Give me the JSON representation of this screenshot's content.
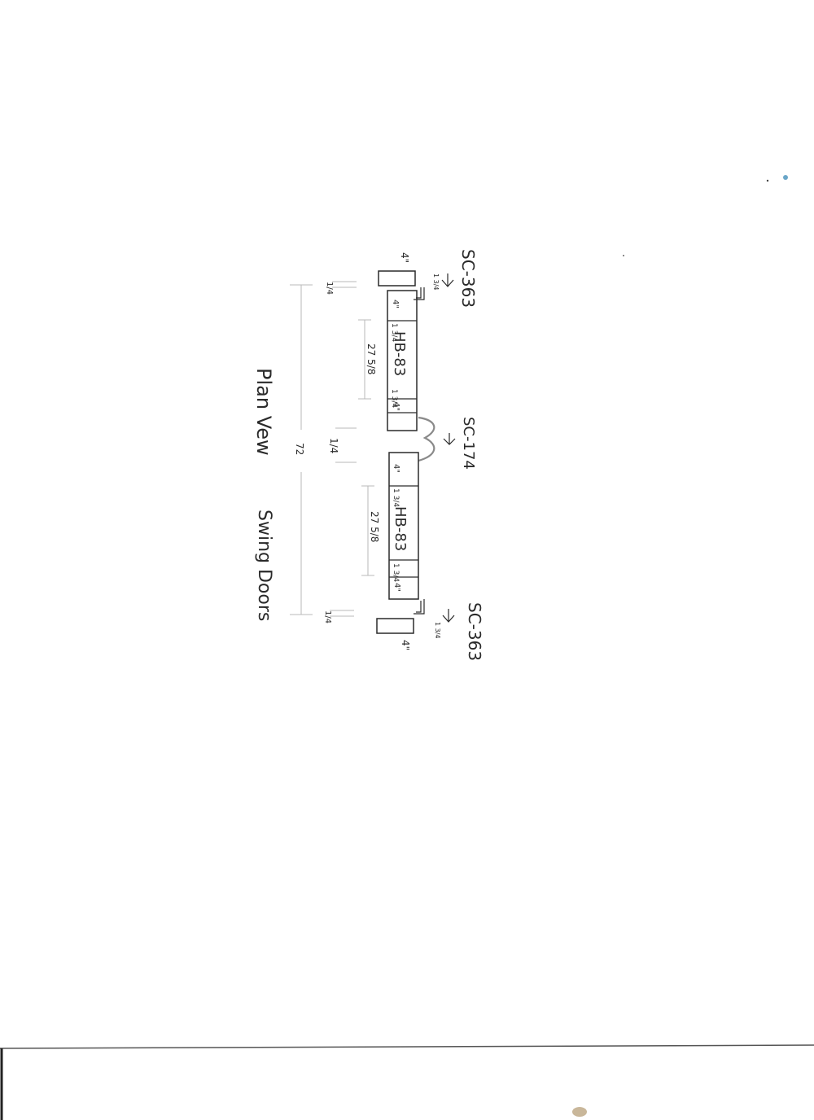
{
  "drawing": {
    "caption_part1": "Plan Vew",
    "caption_part2": "Swing Doors",
    "overall_width": "72",
    "center_gap": "1/4",
    "left_side_gap": "1/4",
    "right_side_gap": "1/4",
    "left_closer": {
      "model": "SC-363",
      "offset": "1 3/4",
      "jamb_width": "4\""
    },
    "right_closer": {
      "model": "SC-363",
      "offset": "1 3/4",
      "jamb_width": "4\""
    },
    "center_stop": {
      "model": "SC-174"
    },
    "left_door": {
      "model": "HB-83",
      "width": "27 5/8",
      "top_stile": "4\"",
      "bottom_stile": "4\"",
      "left_offset": "1 3/4",
      "right_offset": "1 3/4"
    },
    "right_door": {
      "model": "HB-83",
      "width": "27 5/8",
      "top_stile": "4\"",
      "bottom_stile": "4\"",
      "left_offset": "1 3/4",
      "right_offset": "1 3/4"
    }
  }
}
